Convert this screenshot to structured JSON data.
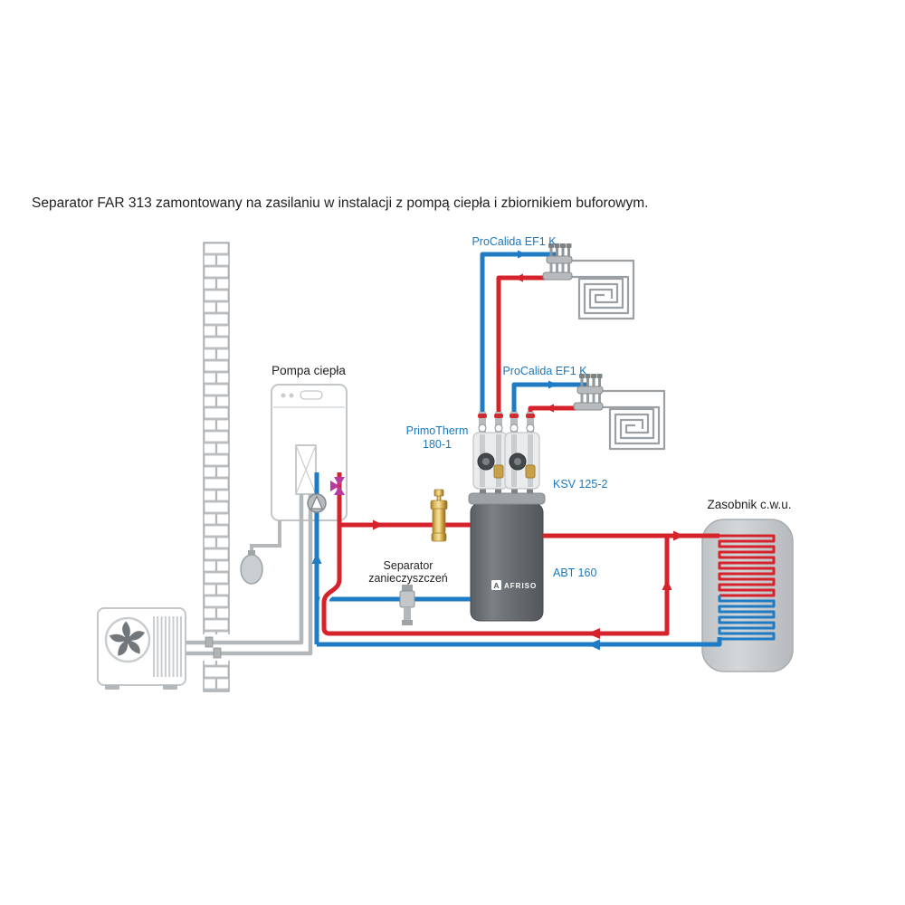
{
  "title": "Separator FAR 313  zamontowany na zasilaniu w instalacji z pompą ciepła i zbiornikiem buforowym.",
  "labels": {
    "procalida_top": "ProCalida EF1 K",
    "procalida_mid": "ProCalida EF1 K",
    "pompa_ciepla": "Pompa ciepła",
    "primotherm_line1": "PrimoTherm",
    "primotherm_line2": "180-1",
    "ksv": "KSV 125-2",
    "abt": "ABT 160",
    "separator_line1": "Separator",
    "separator_line2": "zanieczyszczeń",
    "zasobnik": "Zasobnik c.w.u.",
    "afriso_logo": "AFRISO",
    "afriso_logo_letter": "A"
  },
  "colors": {
    "supply_red": "#d6232b",
    "return_blue": "#1e7bc4",
    "label_blue": "#1b77bd",
    "pipe_gray": "#b4b8bb",
    "brass": "#d9ab4a",
    "buffer_tank_gray": "#64696d",
    "dhw_tank_gray": "#c6cacd",
    "valve_magenta": "#b83aa0"
  }
}
